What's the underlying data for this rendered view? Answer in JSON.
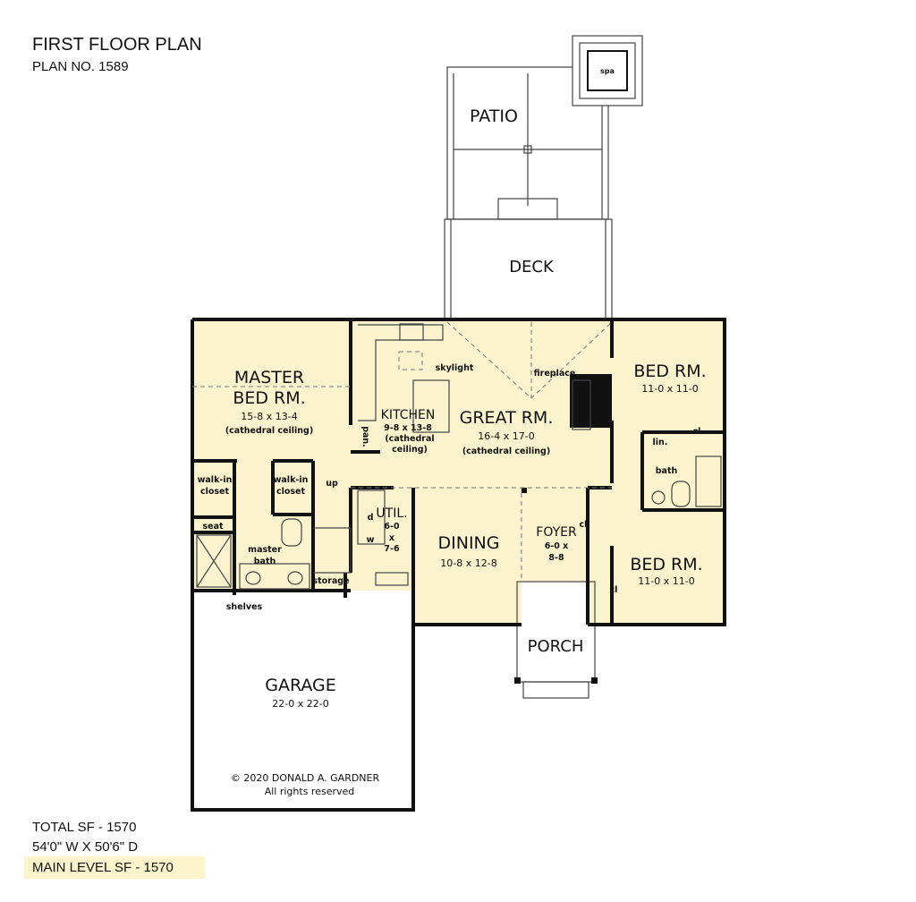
{
  "header": {
    "title": "FIRST FLOOR PLAN",
    "plan_no": "PLAN NO. 1589"
  },
  "colors": {
    "floor_fill": "#faf3cd",
    "wall": "#111111",
    "highlight": "#fcf5cc"
  },
  "outdoor": {
    "patio": "PATIO",
    "spa": "spa",
    "deck": "DECK",
    "porch": "PORCH"
  },
  "rooms": {
    "master": {
      "name1": "MASTER",
      "name2": "BED RM.",
      "dims": "15-8 x 13-4",
      "note": "(cathedral ceiling)"
    },
    "kitchen": {
      "name": "KITCHEN",
      "dims": "9-8 x 13-8",
      "note1": "(cathedral",
      "note2": "ceiling)"
    },
    "great": {
      "name": "GREAT RM.",
      "dims": "16-4 x 17-0",
      "note": "(cathedral ceiling)"
    },
    "bed1": {
      "name": "BED RM.",
      "dims": "11-0 x 11-0"
    },
    "bed2": {
      "name": "BED RM.",
      "dims": "11-0 x 11-0"
    },
    "dining": {
      "name": "DINING",
      "dims": "10-8 x 12-8"
    },
    "foyer": {
      "name": "FOYER",
      "dims1": "6-0 x",
      "dims2": "8-8"
    },
    "util": {
      "name": "UTIL.",
      "d1": "6-0",
      "d2": "x",
      "d3": "7-6",
      "dryer": "d",
      "washer": "w"
    },
    "garage": {
      "name": "GARAGE",
      "dims": "22-0 x 22-0"
    }
  },
  "labels": {
    "skylight": "skylight",
    "fireplace": "fireplace",
    "pantry": "pan.",
    "walkin1a": "walk-in",
    "walkin1b": "closet",
    "walkin2a": "walk-in",
    "walkin2b": "closet",
    "up": "up",
    "seat": "seat",
    "master_bath1": "master",
    "master_bath2": "bath",
    "storage": "storage",
    "shelves": "shelves",
    "linen": "lin.",
    "closet": "cl",
    "bath": "bath"
  },
  "copyright": {
    "line1": "© 2020 DONALD A. GARDNER",
    "line2": "All rights reserved"
  },
  "stats": {
    "total_sf": "TOTAL SF - 1570",
    "dimensions": "54'0\" W X 50'6\" D",
    "main_level_sf": "MAIN LEVEL SF - 1570"
  }
}
